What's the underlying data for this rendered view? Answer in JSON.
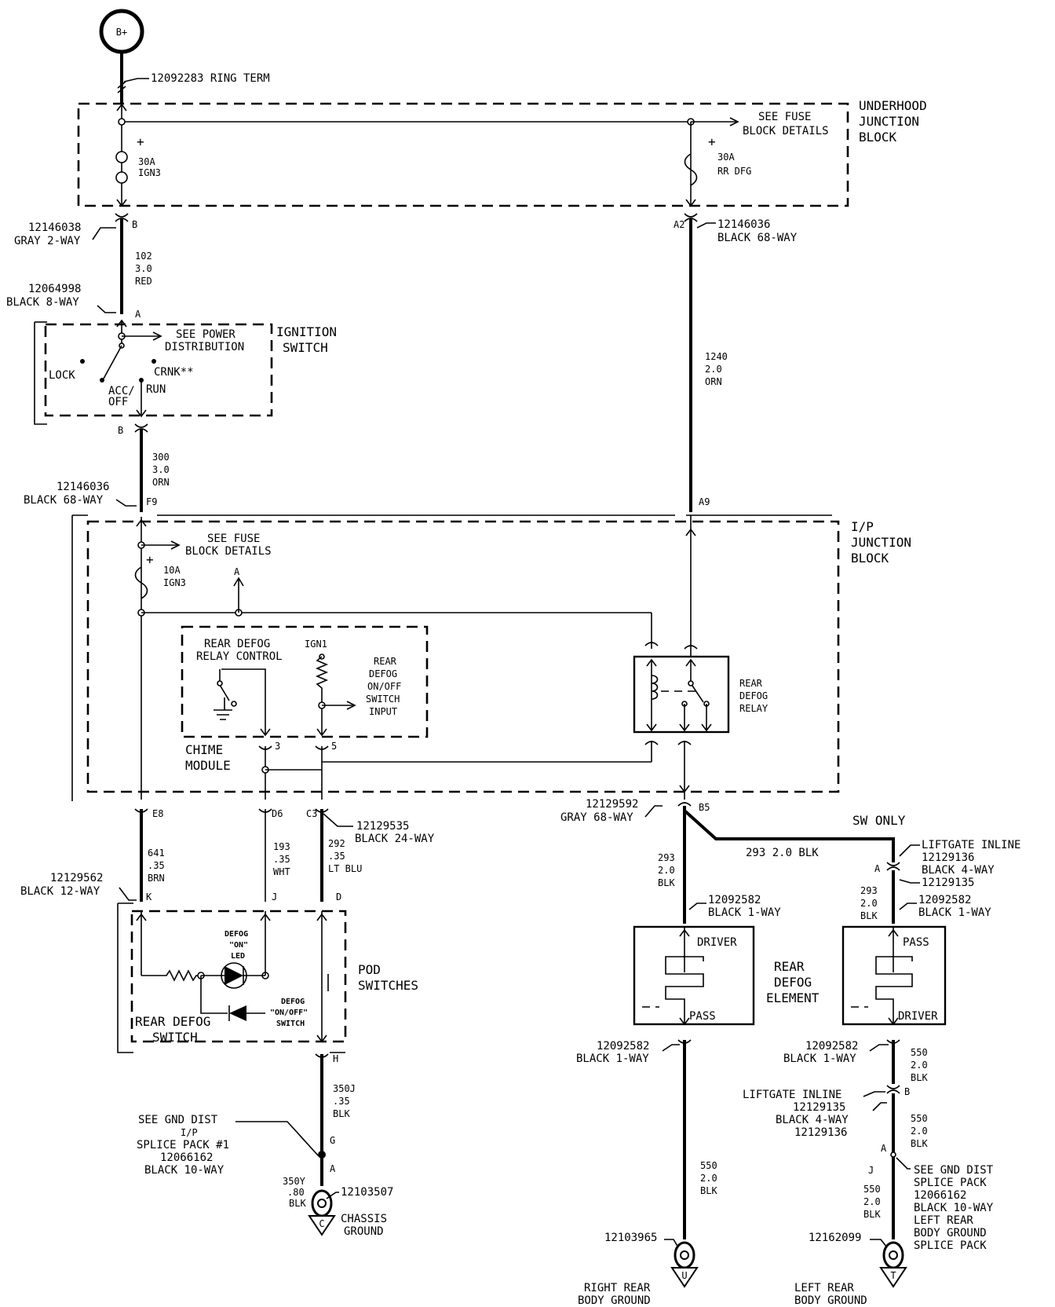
{
  "power": {
    "label": "B+",
    "terminal": "12092283  RING TERM"
  },
  "blocks": {
    "underhood": [
      "UNDERHOOD",
      "JUNCTION",
      "BLOCK"
    ],
    "ip": [
      "I/P",
      "JUNCTION",
      "BLOCK"
    ],
    "ignition": [
      "IGNITION",
      "SWITCH"
    ],
    "pod": [
      "POD",
      "SWITCHES"
    ],
    "chime": [
      "CHIME",
      "MODULE"
    ],
    "rear_defog_switch": [
      "REAR DEFOG",
      "SWITCH"
    ],
    "rear_defog_relay": [
      "REAR",
      "DEFOG",
      "RELAY"
    ],
    "rear_defog_element": [
      "REAR",
      "DEFOG",
      "ELEMENT"
    ]
  },
  "fuses": {
    "ign3_30a": [
      "30A",
      "IGN3"
    ],
    "rr_dfg": [
      "30A",
      "RR DFG"
    ],
    "ign3_10a": [
      "10A",
      "IGN3"
    ]
  },
  "notes": {
    "see_fuse_1": [
      "SEE FUSE",
      "BLOCK DETAILS"
    ],
    "see_fuse_2": [
      "SEE FUSE",
      "BLOCK DETAILS"
    ],
    "see_power": [
      "SEE POWER",
      "DISTRIBUTION"
    ],
    "relay_control": [
      "REAR DEFOG",
      "RELAY CONTROL"
    ],
    "ign1": "IGN1",
    "switch_input": [
      "REAR",
      "DEFOG",
      "ON/OFF",
      "SWITCH",
      "INPUT"
    ],
    "defog_led": [
      "DEFOG",
      "\"ON\"",
      "LED"
    ],
    "defog_switch": [
      "DEFOG",
      "\"ON/OFF\"",
      "SWITCH"
    ],
    "sw_only": "SW ONLY",
    "gnd_dist_ip": [
      "SEE GND DIST",
      "I/P",
      "SPLICE PACK #1",
      "12066162",
      "BLACK 10-WAY"
    ],
    "gnd_dist_left": [
      "SEE GND DIST",
      "SPLICE PACK",
      "12066162",
      "BLACK 10-WAY",
      "LEFT REAR",
      "BODY GROUND",
      "SPLICE PACK"
    ]
  },
  "ignition_positions": {
    "lock": "LOCK",
    "acc": [
      "ACC/",
      "OFF"
    ],
    "run": "RUN",
    "crank": "CRNK**"
  },
  "connectors": {
    "c1": [
      "12146038",
      "GRAY 2-WAY"
    ],
    "c2": [
      "12146036",
      "BLACK 68-WAY"
    ],
    "c3": [
      "12064998",
      "BLACK 8-WAY"
    ],
    "c4": [
      "12146036",
      "BLACK 68-WAY"
    ],
    "c5": [
      "12129535",
      "BLACK 24-WAY"
    ],
    "c6": [
      "12129592",
      "GRAY 68-WAY"
    ],
    "c7": [
      "12129562",
      "BLACK 12-WAY"
    ],
    "c8": [
      "12092582",
      "BLACK 1-WAY"
    ],
    "c9": [
      "12092582",
      "BLACK 1-WAY"
    ],
    "c10": [
      "12092582",
      "BLACK 1-WAY"
    ],
    "c11": [
      "12092582",
      "BLACK 1-WAY"
    ],
    "liftgate_a": [
      "LIFTGATE INLINE",
      "12129136",
      "BLACK 4-WAY",
      "12129135"
    ],
    "liftgate_b": [
      "LIFTGATE INLINE",
      "12129135",
      "BLACK 4-WAY",
      "12129136"
    ]
  },
  "pins": {
    "b1": "B",
    "a2": "A2",
    "a": "A",
    "b2": "B",
    "f9": "F9",
    "a9": "A9",
    "e8": "E8",
    "d6": "D6",
    "c3": "C3",
    "b5": "B5",
    "k": "K",
    "j": "J",
    "d": "D",
    "h": "H",
    "g": "G",
    "a3": "A",
    "p3": "3",
    "p5": "5",
    "pa": "A",
    "la": "A",
    "lb": "B",
    "la2": "A",
    "lj": "J",
    "driver1": "DRIVER",
    "pass1": "PASS",
    "pass2": "PASS",
    "driver2": "DRIVER"
  },
  "wires": {
    "w102": [
      "102",
      "3.0",
      "RED"
    ],
    "w1240": [
      "1240",
      "2.0",
      "ORN"
    ],
    "w300": [
      "300",
      "3.0",
      "ORN"
    ],
    "w641": [
      "641",
      ".35",
      "BRN"
    ],
    "w193": [
      "193",
      ".35",
      "WHT"
    ],
    "w292": [
      "292",
      ".35",
      "LT BLU"
    ],
    "w293a": [
      "293",
      "2.0",
      "BLK"
    ],
    "w293h": "293  2.0 BLK",
    "w293b": [
      "293",
      "2.0",
      "BLK"
    ],
    "w350j": [
      "350J",
      ".35",
      "BLK"
    ],
    "w350y": [
      "350Y",
      ".80",
      "BLK"
    ],
    "w550a": [
      "550",
      "2.0",
      "BLK"
    ],
    "w550b": [
      "550",
      "2.0",
      "BLK"
    ],
    "w550c": [
      "550",
      "2.0",
      "BLK"
    ],
    "w550d": [
      "550",
      "2.0",
      "BLK"
    ]
  },
  "grounds": {
    "chassis": {
      "part": "12103507",
      "letter": "C",
      "label": [
        "CHASSIS",
        "GROUND"
      ]
    },
    "right": {
      "part": "12103965",
      "letter": "U",
      "label": [
        "RIGHT REAR",
        "BODY GROUND"
      ]
    },
    "left": {
      "part": "12162099",
      "letter": "T",
      "label": [
        "LEFT REAR",
        "BODY GROUND"
      ]
    }
  }
}
